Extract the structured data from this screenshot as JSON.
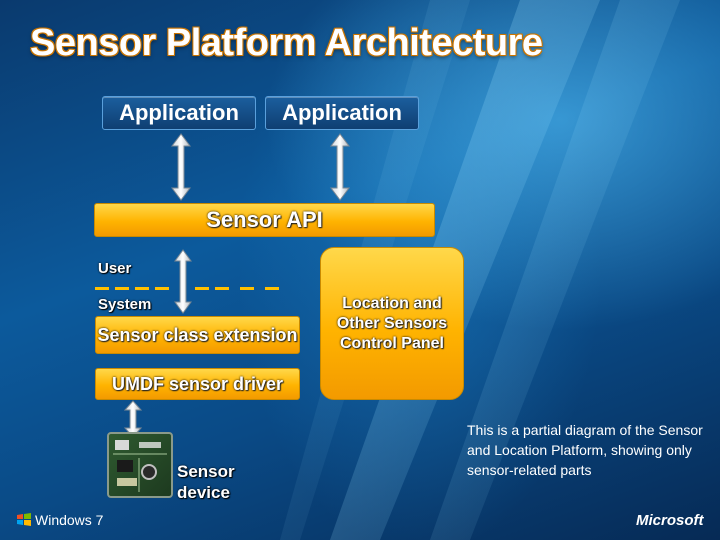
{
  "title": "Sensor Platform Architecture",
  "apps": [
    {
      "label": "Application"
    },
    {
      "label": "Application"
    }
  ],
  "sensor_api": "Sensor API",
  "user_label": "User",
  "system_label": "System",
  "sensor_class_extension": "Sensor class extension",
  "location_panel": "Location and Other Sensors Control Panel",
  "umdf_driver": "UMDF sensor driver",
  "sensor_device": "Sensor device",
  "caption": "This is a partial diagram of the Sensor and Location Platform, showing only sensor-related parts",
  "footer": {
    "windows": "Windows 7",
    "microsoft": "Microsoft"
  },
  "colors": {
    "accent_yellow": "#ffb300",
    "background_blue": "#0c5a9c"
  }
}
